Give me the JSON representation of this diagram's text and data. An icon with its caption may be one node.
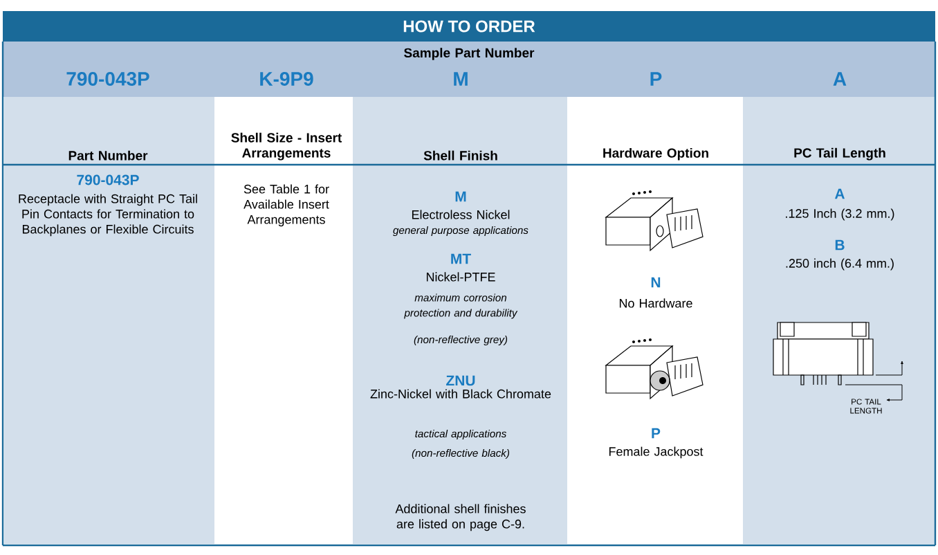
{
  "diagram": {
    "title": "HOW TO ORDER",
    "labels": [
      "Sample Part Number",
      "790-043P",
      "K-9P9",
      "M",
      "P",
      "A",
      "Part Number",
      "Shell Size - Insert Arrangements",
      "Shell Finish",
      "Hardware Option",
      "PC Tail Length",
      "790-043P",
      "Receptacle with Straight PC Tail Pin Contacts for Termination to Backplanes or Flexible Circuits",
      "See Table 1 for Available Insert Arrangements",
      "M",
      "Electroless Nickel",
      "general purpose applications",
      "MT",
      "Nickel-PTFE",
      "maximum corrosion protection and durability",
      "(non-reflective grey)",
      "ZNU",
      "Zinc-Nickel with Black Chromate",
      "tactical applications",
      "(non-reflective black)",
      "Additional shell finishes are listed on page C-9.",
      "N",
      "No Hardware",
      "P",
      "Female Jackpost",
      "A",
      ".125 Inch (3.2 mm.)",
      "B",
      ".250 inch (6.4 mm.)",
      "PC TAIL LENGTH"
    ]
  }
}
